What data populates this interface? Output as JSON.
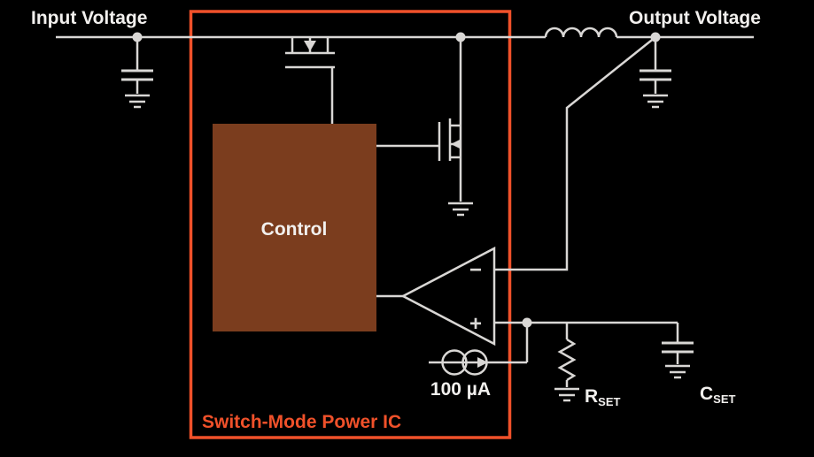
{
  "diagram": {
    "labels": {
      "input_voltage": "Input Voltage",
      "output_voltage": "Output Voltage",
      "control": "Control",
      "ic_box": "Switch-Mode Power IC",
      "current_source": "100 µA",
      "comparator_minus": "−",
      "comparator_plus": "+",
      "r_set_main": "R",
      "r_set_sub": "SET",
      "c_set_main": "C",
      "c_set_sub": "SET"
    },
    "colors": {
      "background": "#000000",
      "wire": "#d9d7d5",
      "ic_outline": "#f0512a",
      "control_fill": "#7b3d1e",
      "text": "#f2f0ee"
    }
  }
}
